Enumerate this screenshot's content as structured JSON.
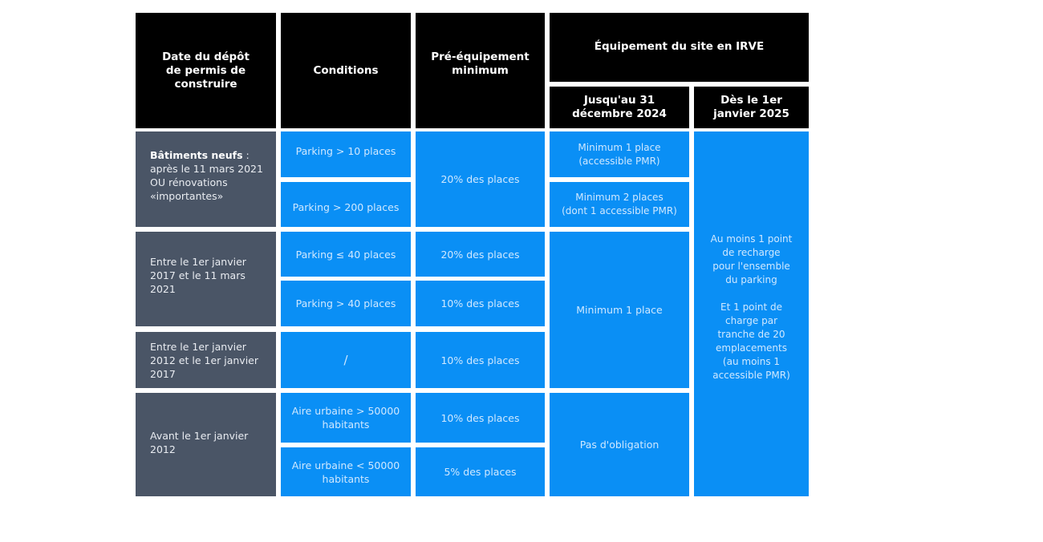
{
  "colors": {
    "header_bg": "#000000",
    "date_col_bg": "#4a5566",
    "body_bg": "#0a8ff5",
    "header_text": "#ffffff",
    "body_text": "#cfe8ff"
  },
  "headers": {
    "date": "Date du dépôt\nde permis de\nconstruire",
    "conditions": "Conditions",
    "pre_equipement": "Pré-équipement\nminimum",
    "irve": "Équipement du site en IRVE",
    "irve_until_2024": "Jusqu'au 31\ndécembre 2024",
    "irve_from_2025": "Dès le 1er\njanvier 2025"
  },
  "rows": [
    {
      "date_bold": "Bâtiments neufs",
      "date_rest": " :\naprès le 11 mars 2021\nOU rénovations\n«importantes»",
      "conditions": [
        "Parking > 10 places",
        "Parking > 200 places"
      ],
      "pre_equipement": "20% des places",
      "irve_until_2024": [
        "Minimum 1 place\n(accessible PMR)",
        "Minimum 2 places\n(dont 1 accessible PMR)"
      ]
    },
    {
      "date": "Entre le 1er janvier\n2017 et le 11 mars 2021",
      "conditions": [
        "Parking ≤ 40 places",
        "Parking > 40 places"
      ],
      "pre_equipement": [
        "20% des places",
        "10% des places"
      ]
    },
    {
      "date": "Entre le 1er janvier\n2012 et le 1er janvier\n2017",
      "conditions": "/",
      "pre_equipement": "10% des places"
    },
    {
      "date": "Avant le 1er janvier\n2012",
      "conditions": [
        "Aire urbaine > 50000\nhabitants",
        "Aire urbaine < 50000\nhabitants"
      ],
      "pre_equipement": [
        "10% des places",
        "5% des places"
      ],
      "irve_until_2024": "Pas d'obligation"
    }
  ],
  "irve_until_2024_rows_2_3": "Minimum 1 place",
  "irve_from_2025_all": "Au moins 1 point\nde recharge\npour l'ensemble\ndu parking\n\nEt 1 point de\ncharge par\ntranche de 20\nemplacements\n(au moins 1\naccessible PMR)"
}
